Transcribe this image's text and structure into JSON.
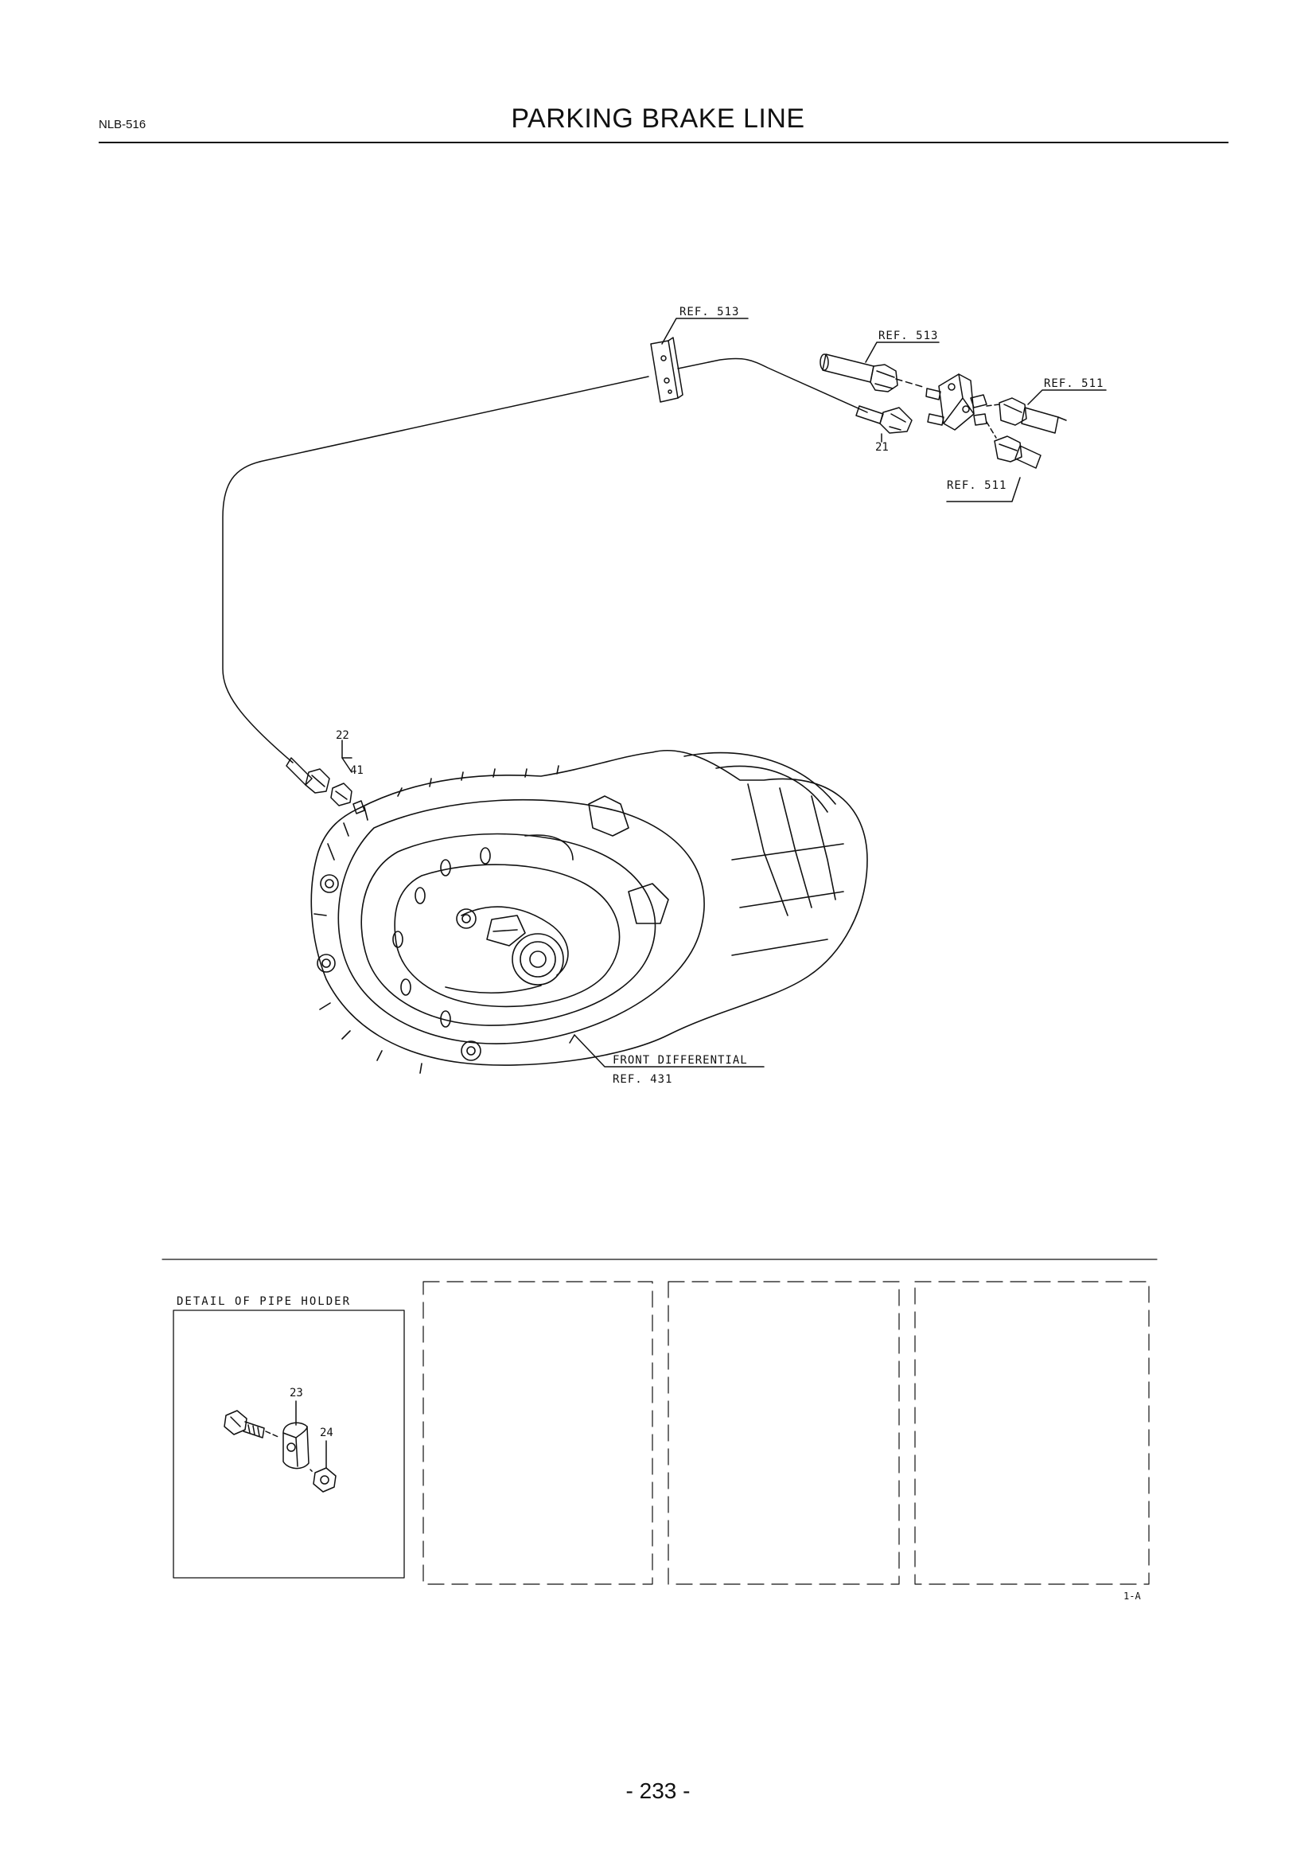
{
  "header": {
    "code": "NLB-516",
    "title": "PARKING BRAKE LINE"
  },
  "callouts": {
    "ref_513_top": "REF. 513",
    "ref_513_right": "REF. 513",
    "ref_511_upper": "REF. 511",
    "ref_511_lower": "REF. 511",
    "part_21": "21",
    "part_22": "22",
    "part_41": "41",
    "front_differential": "FRONT DIFFERENTIAL",
    "ref_431": "REF. 431"
  },
  "detail": {
    "title": "DETAIL OF PIPE HOLDER",
    "part_23": "23",
    "part_24": "24"
  },
  "sheet_code": "1-A",
  "page_number": "- 233 -"
}
